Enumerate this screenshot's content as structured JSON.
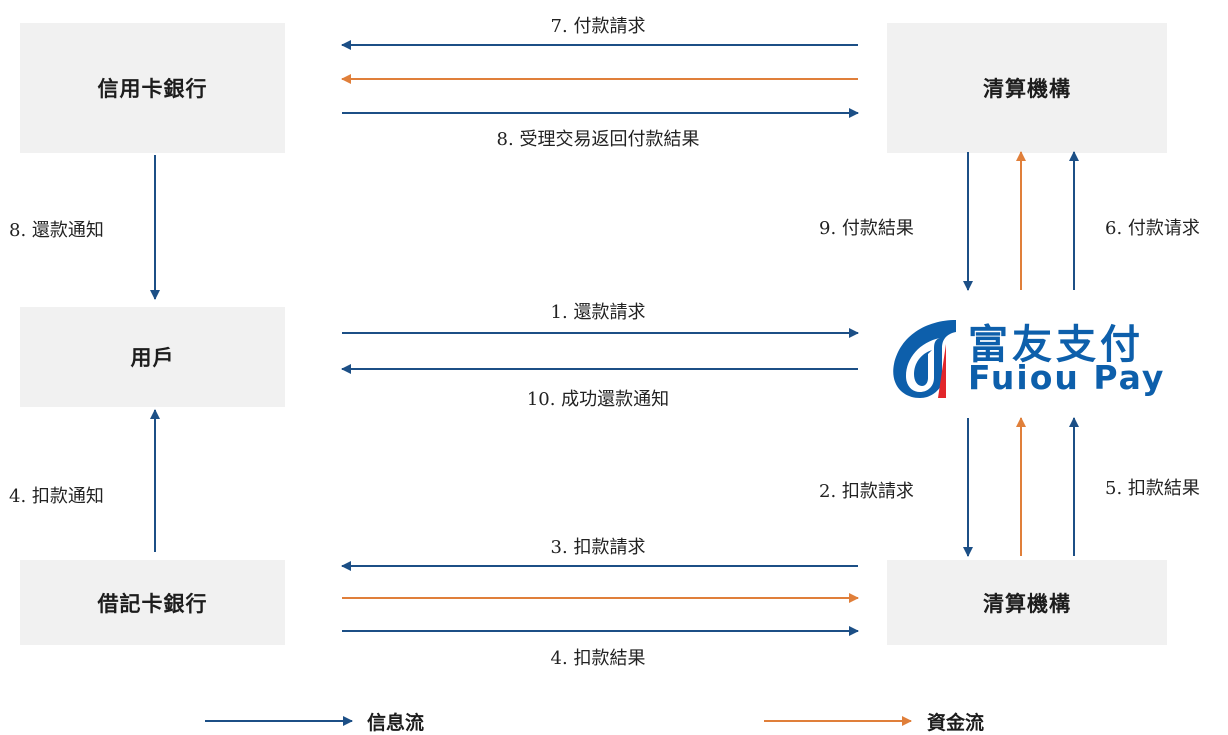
{
  "nodes": {
    "credit_bank": "信用卡銀行",
    "clearing_top": "清算機構",
    "user": "用戶",
    "debit_bank": "借記卡銀行",
    "clearing_bottom": "清算機構"
  },
  "logo": {
    "name_cn": "富友支付",
    "name_en": "Fuiou Pay"
  },
  "flows": {
    "f7": "7. 付款請求",
    "f8_result": "8. 受理交易返回付款結果",
    "f8_notice": "8. 還款通知",
    "f9": "9. 付款結果",
    "f6": "6. 付款请求",
    "f1": "1. 還款請求",
    "f10": "10. 成功還款通知",
    "f4_notice": "4. 扣款通知",
    "f2": "2. 扣款請求",
    "f5": "5. 扣款結果",
    "f3": "3. 扣款請求",
    "f4_result": "4. 扣款結果"
  },
  "legend": {
    "info": "信息流",
    "funds": "資金流"
  },
  "colors": {
    "info_flow": "#1c4f86",
    "funds_flow": "#e07f3a",
    "box_fill": "#f1f1f1",
    "logo_blue": "#0d5fab"
  }
}
